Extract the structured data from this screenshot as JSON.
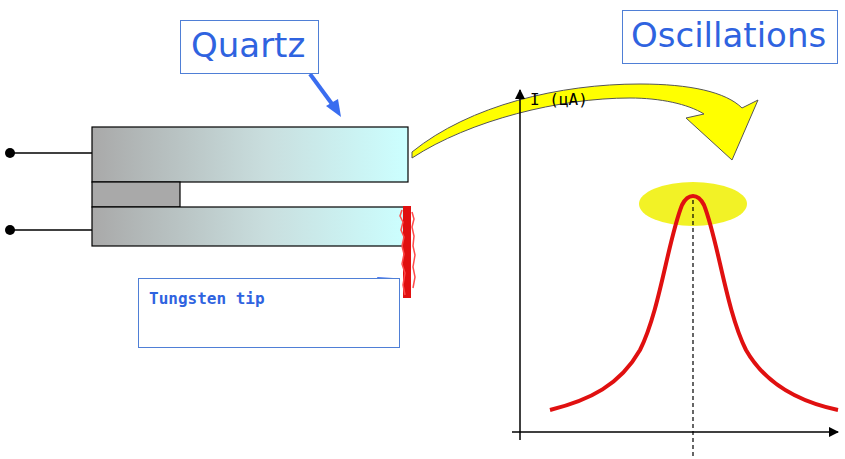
{
  "diagram": {
    "nodes": [
      {
        "text": [
          "Quartz"
        ]
      },
      {
        "text": [
          "Oscillations"
        ]
      },
      {
        "text": [
          "Tungsten tip"
        ]
      }
    ],
    "labels": [
      "I (цA)"
    ]
  }
}
